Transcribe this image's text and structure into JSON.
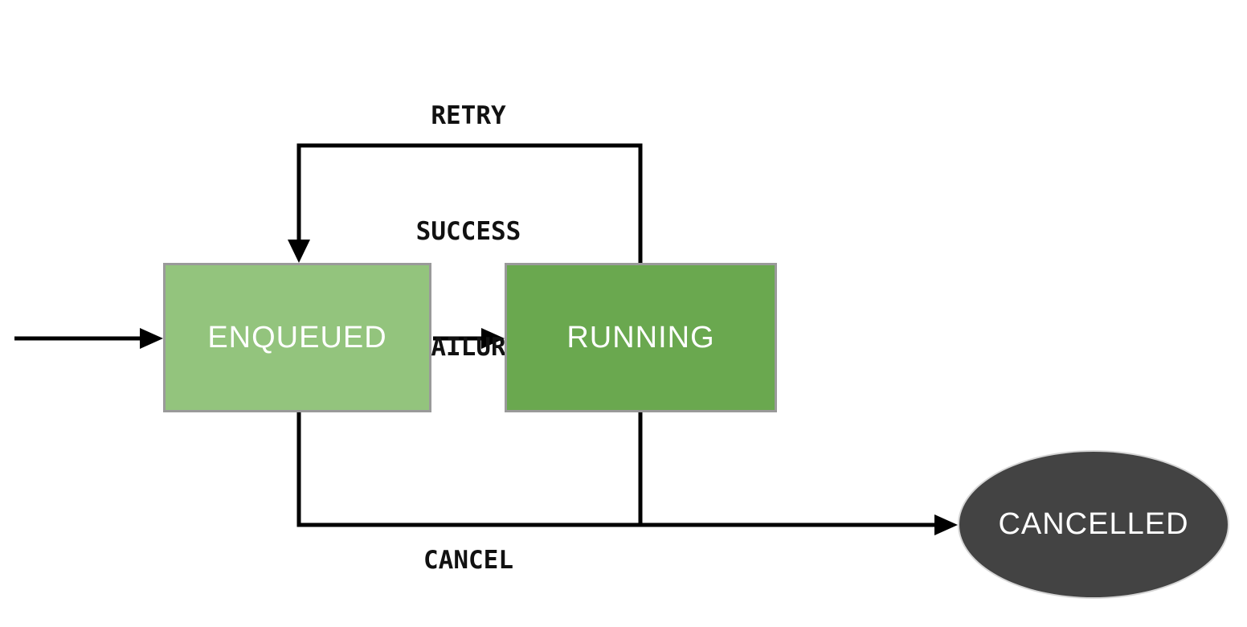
{
  "diagram": {
    "type": "state-machine",
    "nodes": {
      "enqueued": {
        "label": "ENQUEUED",
        "shape": "rectangle",
        "fill": "#93c47d",
        "border": "#9a9a9a",
        "text_color": "#ffffff"
      },
      "running": {
        "label": "RUNNING",
        "shape": "rectangle",
        "fill": "#6aa84f",
        "border": "#9a9a9a",
        "text_color": "#ffffff"
      },
      "cancelled": {
        "label": "CANCELLED",
        "shape": "ellipse",
        "fill": "#434343",
        "border": "#d5d5d5",
        "text_color": "#ffffff"
      }
    },
    "edges": {
      "start_to_enqueued": {
        "from": "start",
        "to": "ENQUEUED",
        "label": ""
      },
      "enqueued_to_running": {
        "from": "ENQUEUED",
        "to": "RUNNING",
        "label": ""
      },
      "running_to_enqueued": {
        "from": "RUNNING",
        "to": "ENQUEUED",
        "labels": [
          "RETRY",
          "SUCCESS",
          "FAILURE"
        ]
      },
      "to_cancelled": {
        "from": "ENQUEUED / RUNNING",
        "to": "CANCELLED",
        "label": "CANCEL"
      }
    },
    "colors": {
      "line": "#000000",
      "background": "#ffffff",
      "label_text": "#111111"
    }
  }
}
